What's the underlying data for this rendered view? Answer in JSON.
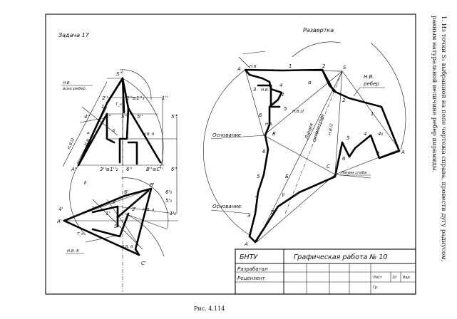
{
  "drawing": {
    "task_title": "Задача 17",
    "development_title": "Развертка",
    "nv_all_edges_1": "Н.В.",
    "nv_all_edges_2": "всех ребер",
    "nv_edges_1": "Н.В.",
    "nv_edges_2": "ребер",
    "base_label_1": "Основание",
    "base_label_2": "Основание",
    "symmetry_line_1": "Линия",
    "symmetry_line_2": "симметрии",
    "fold_line": "Линии сгиба",
    "left_labels": {
      "s2": "S''",
      "p2a": "2''",
      "p2b": "2''≡1''₁",
      "p1a": "1''",
      "p1": "1",
      "tv": "T_v",
      "p4a": "4''",
      "p4b": "4''",
      "p5a": "5''",
      "p5b": "5''",
      "p5c": "5''",
      "p6a": "6''",
      "p6b": "6''",
      "a2": "A''",
      "p3": "3''≡1''₂",
      "b2": "B''≡C''",
      "nv_b": "Н.В. б",
      "b_prime": "B'",
      "c_prime": "C'",
      "a_prime": "A'",
      "s_prime": "S'",
      "p4p": "4'",
      "p3p": "3'",
      "p6p": "6'",
      "p5p": "5'",
      "p2p": "2'",
      "p1p": "1'",
      "p5o": "5'₀",
      "p6o": "6'₀",
      "p4o": "4'₀",
      "p1o": "1'₀",
      "nv_a": "Н.В. а",
      "nv_b2": "Н.В. б",
      "nv_8": "Н.В. 8",
      "hv_l12": "Н.В.l2",
      "nv_aside": "Н.В.",
      "ts": "T_s",
      "alpha": "α",
      "b_mark": "Б",
      "beta": "β"
    },
    "dev_labels": {
      "a_top": "A",
      "nv_top": "Н.В.",
      "one_top": "1",
      "two_top": "2",
      "s": "S",
      "three": "3",
      "nv_mid": "Н.В.",
      "four_top": "4",
      "four_b": "4",
      "five": "5",
      "nv_l2": "Н.В.l2",
      "six": "6",
      "nv_6": "Н.В.",
      "b": "B",
      "six_b": "6",
      "five_b": "5",
      "four_c": "4",
      "three_c": "3",
      "a_bottom": "A",
      "alpha": "α",
      "b_letter": "Б",
      "v_letter": "В",
      "c": "C",
      "two_r": "2",
      "one_r": "1",
      "four_r": "4",
      "four_o": "4₀",
      "five_r": "5",
      "six_r": "6",
      "three_r": "3",
      "a_right": "A",
      "hv_l12": "Н.В.l2",
      "gamma": "γ"
    }
  },
  "title_block": {
    "org": "БНТУ",
    "work_title": "Графическая работа № 10",
    "developed": "Разрабатал",
    "reviewer": "Рецензент",
    "sheet": "Лист",
    "sheet_num": "10",
    "sheets": "Вар.",
    "group": "Гр."
  },
  "side_text": {
    "line1": "1. Из точки S₁ выбранной на поле чертежа справа, провести дугу радиусом,",
    "line2": "равным натуральной величине ребер пирамиды."
  },
  "caption": "Рис. 4.114"
}
